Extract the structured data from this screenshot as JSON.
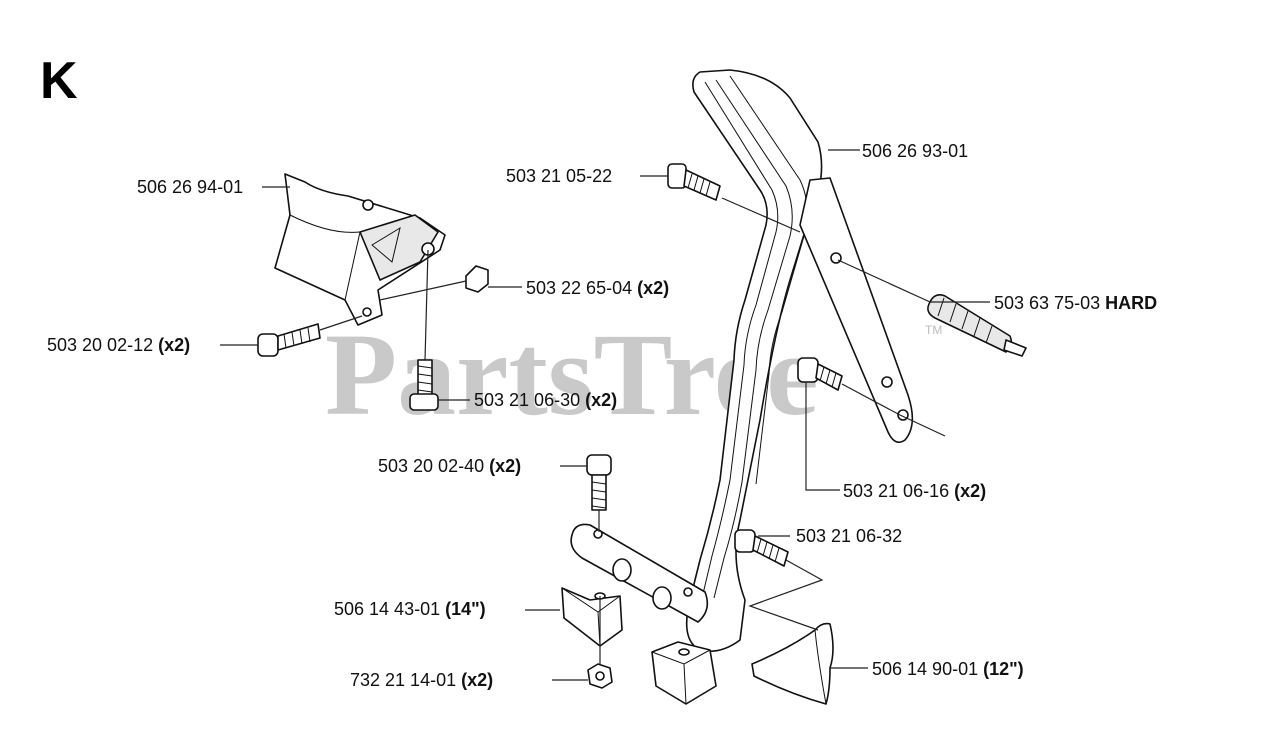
{
  "diagram": {
    "section_letter": "K",
    "watermark": "PartsTree",
    "watermark_mark": "TM",
    "parts": [
      {
        "number": "506 26 93-01",
        "qty": ""
      },
      {
        "number": "503 21 05-22",
        "qty": ""
      },
      {
        "number": "506 26 94-01",
        "qty": ""
      },
      {
        "number": "503 22 65-04",
        "qty": "(x2)"
      },
      {
        "number": "503 63 75-03",
        "qty": "HARD"
      },
      {
        "number": "503 20 02-12",
        "qty": "(x2)"
      },
      {
        "number": "503 21 06-30",
        "qty": "(x2)"
      },
      {
        "number": "503 20 02-40",
        "qty": "(x2)"
      },
      {
        "number": "503 21 06-16",
        "qty": "(x2)"
      },
      {
        "number": "503 21 06-32",
        "qty": ""
      },
      {
        "number": "506 14 43-01",
        "qty": "(14\")"
      },
      {
        "number": "732 21 14-01",
        "qty": "(x2)"
      },
      {
        "number": "506 14 90-01",
        "qty": "(12\")"
      }
    ]
  }
}
